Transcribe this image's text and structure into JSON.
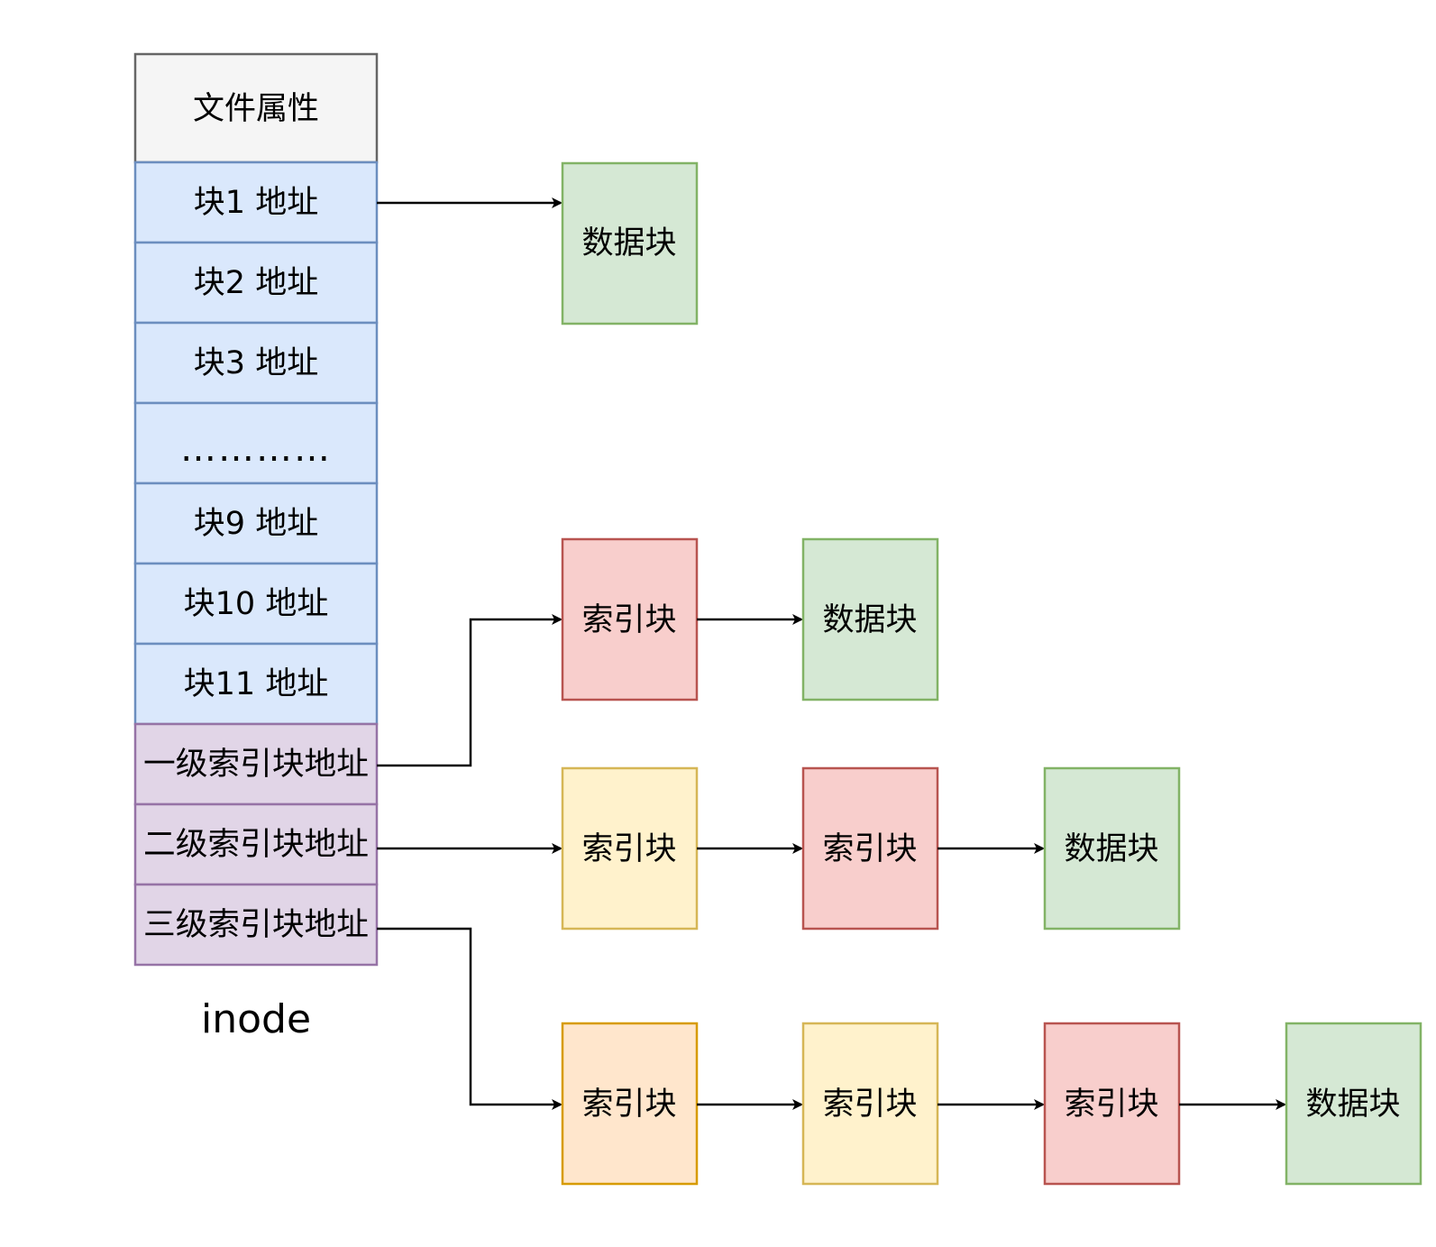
{
  "inode": {
    "caption": "inode",
    "header": "文件属性",
    "direct_rows": [
      "块1 地址",
      "块2 地址",
      "块3 地址",
      "…………",
      "块9 地址",
      "块10 地址",
      "块11 地址"
    ],
    "index_rows": [
      "一级索引块地址",
      "二级索引块地址",
      "三级索引块地址"
    ]
  },
  "blocks": {
    "data_label": "数据块",
    "index_label": "索引块"
  },
  "colors": {
    "attr_fill": "#f5f5f5",
    "attr_stroke": "#666666",
    "direct_fill": "#dae8fc",
    "direct_stroke": "#6c8ebf",
    "index_row_fill": "#e1d5e7",
    "index_row_stroke": "#9673a6",
    "data_fill": "#d5e8d4",
    "data_stroke": "#82b366",
    "red_fill": "#f8cecc",
    "red_stroke": "#b85450",
    "yellow_fill": "#fff2cc",
    "yellow_stroke": "#d6b656",
    "orange_fill": "#ffe6cc",
    "orange_stroke": "#d79b00"
  }
}
